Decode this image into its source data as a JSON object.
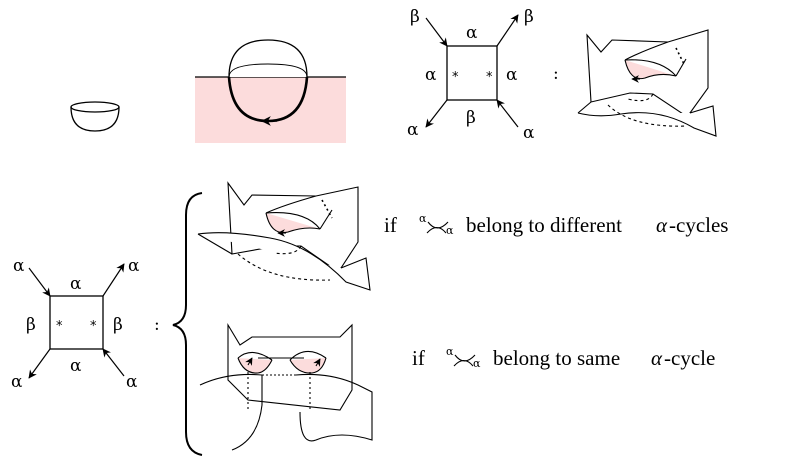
{
  "colors": {
    "ink": "#000000",
    "pink": "#fcdcdc",
    "paper": "#ffffff"
  },
  "symbols": {
    "alpha": "α",
    "beta": "β",
    "star": "*",
    "colon": ":"
  },
  "top_square": {
    "top": "α",
    "bottom": "β",
    "left": "α",
    "right": "α",
    "corner_tl": "β",
    "corner_tr": "β",
    "corner_bl": "α",
    "corner_br": "α"
  },
  "bottom_square": {
    "top": "α",
    "bottom": "α",
    "left": "β",
    "right": "β",
    "corner_tl": "α",
    "corner_tr": "α",
    "corner_bl": "α",
    "corner_br": "α"
  },
  "cases": {
    "different": {
      "if": "if",
      "tail": "belong to different",
      "cycle_sym": "α",
      "cycle_word": "-cycles"
    },
    "same": {
      "if": "if",
      "tail": "belong to same",
      "cycle_sym": "α",
      "cycle_word": "-cycle"
    }
  }
}
